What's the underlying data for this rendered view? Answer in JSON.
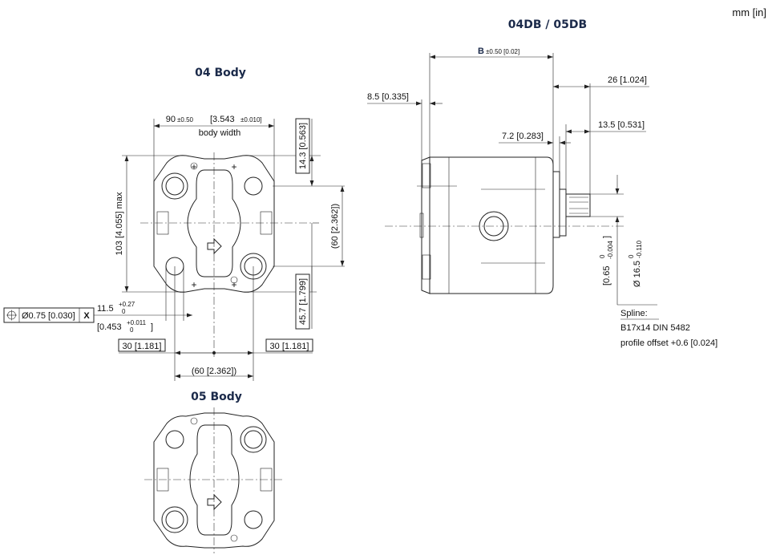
{
  "units": "mm [in]",
  "front_views": [
    {
      "title": "04 Body",
      "body_width_value": "90",
      "body_width_tol": "±0.50",
      "body_width_in": "[3.543",
      "body_width_in_tol": "±0.010]",
      "body_width_label": "body width",
      "height_max": "103 [4.055] max",
      "top_offset": "14.3 [0.563]",
      "port_spacing_vertical": "(60 [2.362])",
      "bottom_offset": "45.7 [1.799]",
      "position_tolerance": "Ø0.75 [0.030]",
      "position_datum": "X",
      "hole_dia": "11.5",
      "hole_dia_tol_plus": "+0.27",
      "hole_dia_tol_minus": "0",
      "hole_dia_in": "[0.453",
      "hole_dia_in_tol_plus": "+0.011",
      "hole_dia_in_tol_minus": "0",
      "hole_dia_in_close": "]",
      "left_offset": "30 [1.181]",
      "right_offset": "30 [1.181]",
      "port_spacing_horizontal": "(60 [2.362])"
    },
    {
      "title": "05 Body"
    }
  ],
  "side_view": {
    "title": "04DB / 05DB",
    "length_label": "B",
    "length_tol": "±0.50 [0.02]",
    "flange_thickness": "8.5 [0.335]",
    "shaft_total": "26 [1.024]",
    "shaft_spline": "13.5 [0.531]",
    "pilot_length": "7.2 [0.283]",
    "spline_chamfer": "[0.65",
    "spline_chamfer_tol_upper": "0",
    "spline_chamfer_tol_lower": "-0.004",
    "spline_chamfer_close": "]",
    "spline_dia": "Ø 16.5",
    "spline_dia_tol_upper": "0",
    "spline_dia_tol_lower": "-0.110",
    "spline_label": "Spline:",
    "spline_spec": "B17x14 DIN 5482",
    "profile_offset": "profile offset +0.6 [0.024]"
  }
}
